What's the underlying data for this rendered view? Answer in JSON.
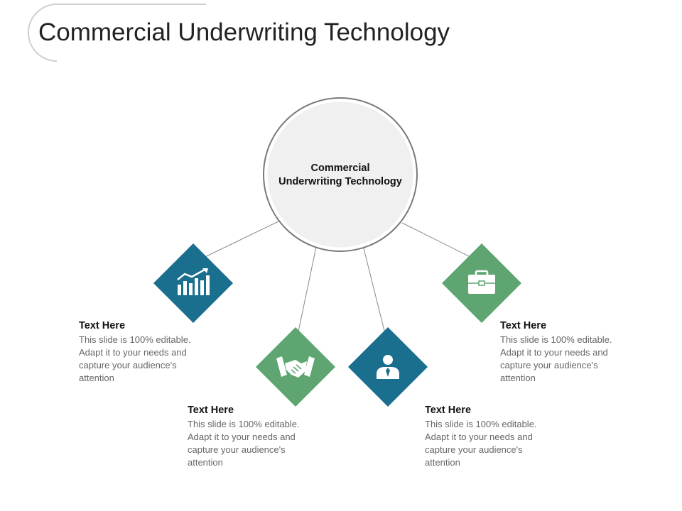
{
  "slide": {
    "title": "Commercial Underwriting Technology"
  },
  "center": {
    "line1": "Commercial",
    "line2": "Underwriting Technology"
  },
  "colors": {
    "teal": "#1A6E8E",
    "green": "#5FA572",
    "circle_fill": "#F0F0F0",
    "line": "#888888"
  },
  "items": [
    {
      "heading": "Text Here",
      "body": "This slide is 100% editable. Adapt it to your needs and capture your audience's attention",
      "icon": "bar-chart-icon",
      "color": "teal"
    },
    {
      "heading": "Text Here",
      "body": "This slide is 100% editable. Adapt it to your needs and capture your audience's attention",
      "icon": "handshake-icon",
      "color": "green"
    },
    {
      "heading": "Text Here",
      "body": "This slide is 100% editable. Adapt it to your needs and capture your audience's attention",
      "icon": "user-icon",
      "color": "teal"
    },
    {
      "heading": "Text Here",
      "body": "This slide is 100% editable. Adapt it to your needs and capture your audience's attention",
      "icon": "briefcase-icon",
      "color": "green"
    }
  ]
}
